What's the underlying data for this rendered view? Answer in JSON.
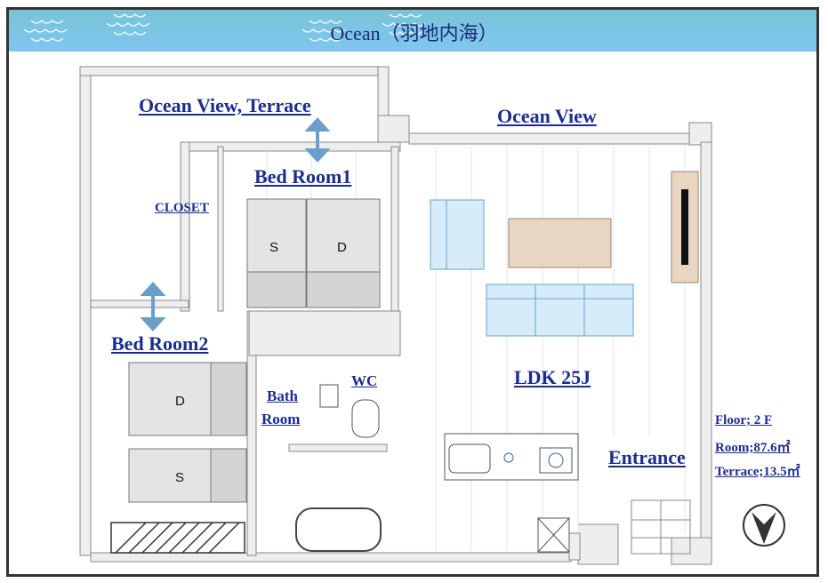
{
  "header": {
    "title": "Ocean（羽地内海）"
  },
  "labels": {
    "ocean_view_terrace": "Ocean View, Terrace",
    "ocean_view": "Ocean View",
    "bed_room1": "Bed Room1",
    "closet": "CLOSET",
    "bed_room2": "Bed Room2",
    "bath_line1": "Bath",
    "bath_line2": "Room",
    "wc": "WC",
    "ldk": "LDK 25J",
    "entrance": "Entrance"
  },
  "beds": {
    "room1_left": "S",
    "room1_right": "D",
    "room2_top": "D",
    "room2_bottom": "S"
  },
  "info": {
    "floor": "Floor; 2 F",
    "room": "Room;87.6㎡",
    "terrace": "Terrace;13.5㎡"
  },
  "icons": {
    "compass": "north-arrow-icon",
    "waves": "wave-icon"
  }
}
